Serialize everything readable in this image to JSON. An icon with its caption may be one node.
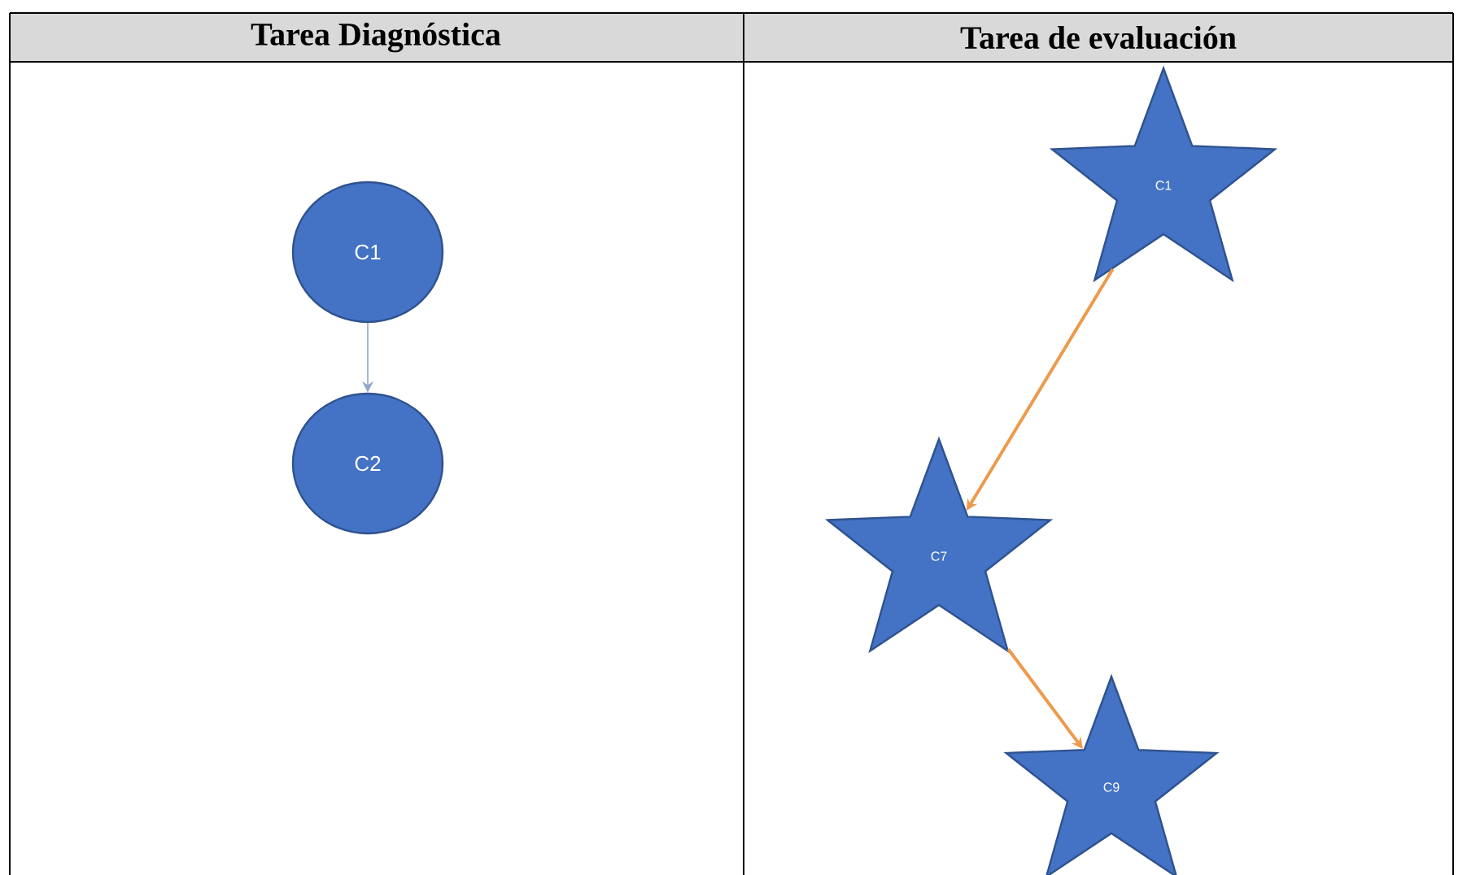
{
  "diagram": {
    "nodes": [
      {
        "text": [
          "C1"
        ]
      },
      {
        "text": [
          "C2"
        ]
      },
      {
        "text": [
          "C1"
        ]
      },
      {
        "text": [
          "C7"
        ]
      },
      {
        "text": [
          "C9"
        ]
      }
    ],
    "edges": [
      {
        "from": 0,
        "to": 1,
        "arrow": "to",
        "color": "#8fa9c6"
      },
      {
        "from": 2,
        "to": 3,
        "arrow": "to"
      },
      {
        "from": 3,
        "to": 4,
        "arrow": "to"
      }
    ],
    "labels": [
      "Tarea Diagnóstica",
      "Tarea de evaluación"
    ]
  }
}
